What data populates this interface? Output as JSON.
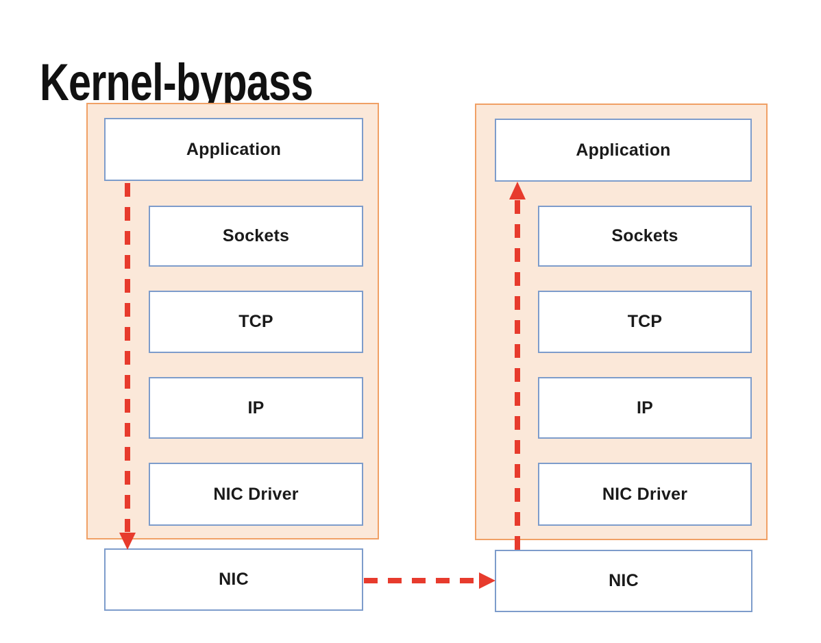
{
  "title": "Kernel-bypass",
  "diagram": {
    "stacks": [
      {
        "side": "left",
        "layers": [
          "Application",
          "Sockets",
          "TCP",
          "IP",
          "NIC Driver"
        ],
        "nic_label": "NIC"
      },
      {
        "side": "right",
        "layers": [
          "Application",
          "Sockets",
          "TCP",
          "IP",
          "NIC Driver"
        ],
        "nic_label": "NIC"
      }
    ],
    "arrows": [
      {
        "name": "left-bypass-arrow-down",
        "from": "Application (left)",
        "to": "NIC (left)",
        "direction": "down",
        "style": "dashed"
      },
      {
        "name": "nic-link-arrow",
        "from": "NIC (left)",
        "to": "NIC (right)",
        "direction": "right",
        "style": "dashed"
      },
      {
        "name": "right-bypass-arrow-up",
        "from": "NIC (right)",
        "to": "Application (right)",
        "direction": "up",
        "style": "dashed"
      }
    ],
    "colors": {
      "container_fill": "#fbe8d9",
      "container_border": "#f0a065",
      "box_fill": "#ffffff",
      "box_border": "#7d9ccb",
      "arrow_red": "#e73b2d",
      "label_text": "#1a1a1a",
      "title_text": "#111111"
    }
  }
}
